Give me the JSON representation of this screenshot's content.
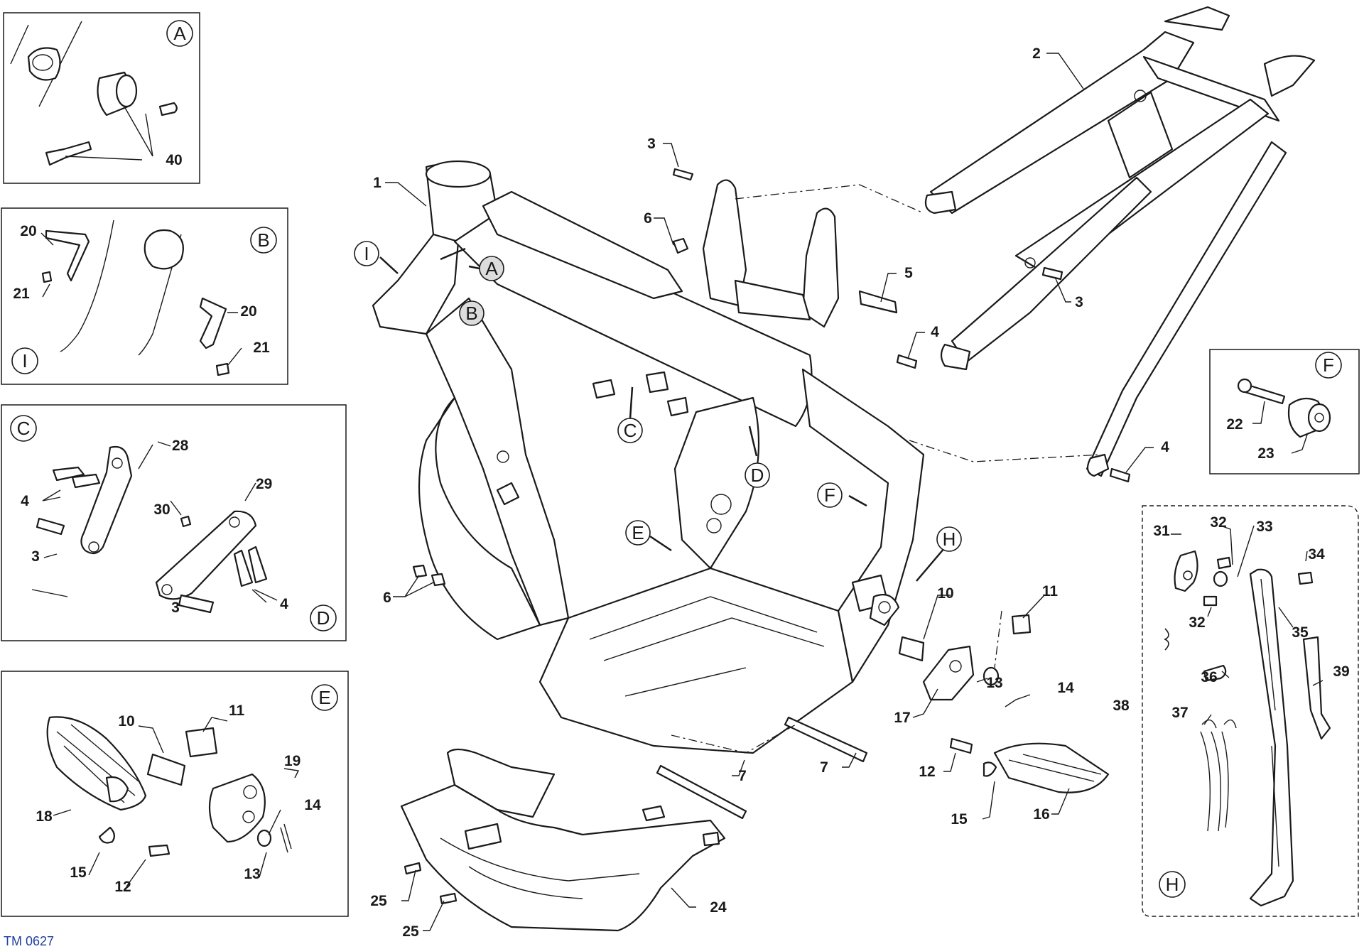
{
  "doc_code": "TM 0627",
  "inset_letters": {
    "A": "A",
    "B": "B",
    "I": "I",
    "C": "C",
    "D": "D",
    "E": "E",
    "F": "F",
    "H": "H"
  },
  "main_callouts": {
    "A": "A",
    "B": "B",
    "C": "C",
    "D": "D",
    "E": "E",
    "F": "F",
    "H": "H",
    "I": "I"
  },
  "numbers": {
    "n1": "1",
    "n2": "2",
    "n3a": "3",
    "n3b": "3",
    "n4a": "4",
    "n4b": "4",
    "n5": "5",
    "n6a": "6",
    "n6b": "6",
    "n7a": "7",
    "n7b": "7",
    "n10": "10",
    "n11": "11",
    "n12": "12",
    "n13": "13",
    "n14": "14",
    "n15": "15",
    "n16": "16",
    "n17": "17",
    "n24": "24",
    "n25a": "25",
    "n25b": "25",
    "a40": "40",
    "b20a": "20",
    "b21a": "21",
    "b20b": "20",
    "b21b": "21",
    "c28": "28",
    "c4a": "4",
    "c3a": "3",
    "c29": "29",
    "c30": "30",
    "c3b": "3",
    "c4b": "4",
    "e10": "10",
    "e11": "11",
    "e19": "19",
    "e14": "14",
    "e18": "18",
    "e15": "15",
    "e12": "12",
    "e13": "13",
    "f22": "22",
    "f23": "23",
    "h31": "31",
    "h32a": "32",
    "h33": "33",
    "h34": "34",
    "h32b": "32",
    "h35": "35",
    "h36": "36",
    "h39": "39",
    "h37": "37",
    "h38": "38"
  }
}
